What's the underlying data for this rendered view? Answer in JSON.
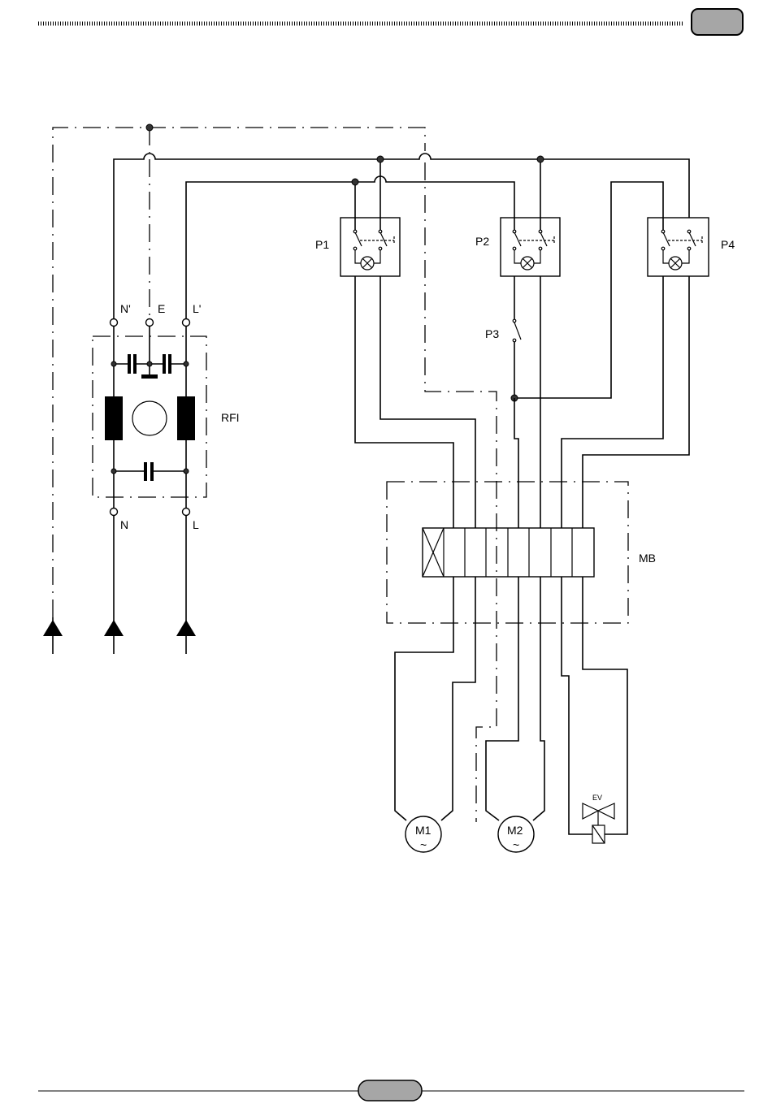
{
  "labels": {
    "n_prime": "N'",
    "e": "E",
    "l_prime": "L'",
    "rfi": "RFI",
    "n": "N",
    "l": "L",
    "p1": "P1",
    "p2": "P2",
    "p3": "P3",
    "p4": "P4",
    "mb": "MB",
    "m1": "M1",
    "m2": "M2",
    "ev": "EV",
    "tilde": "~"
  },
  "colors": {
    "line": "#000000",
    "page_tab": "#a6a6a6",
    "junction": "#333333"
  }
}
